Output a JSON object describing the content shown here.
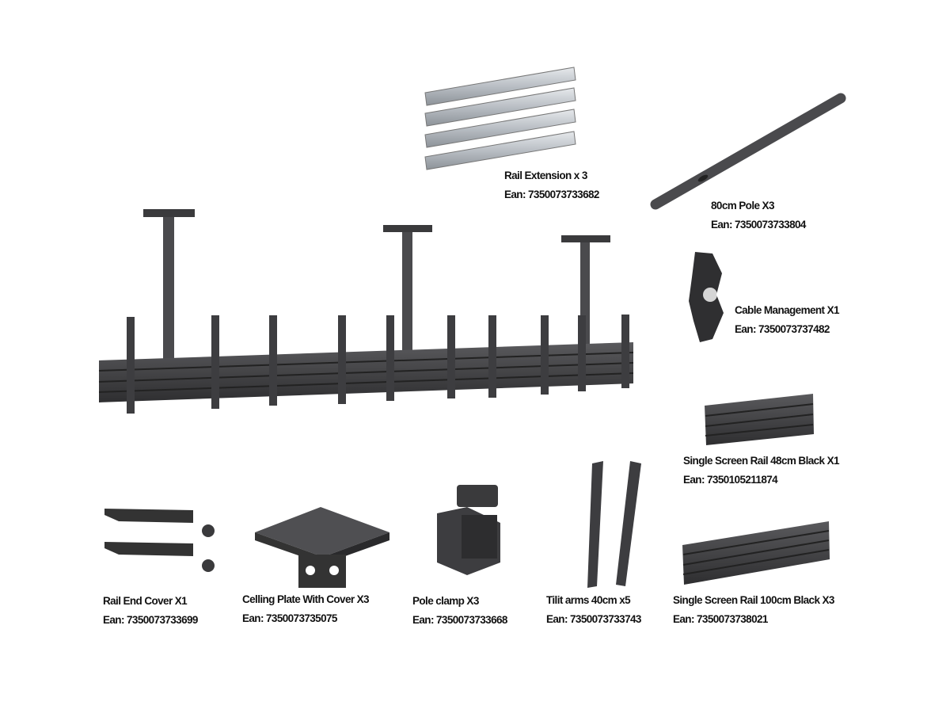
{
  "products": [
    {
      "name": "Rail Extension x 3",
      "ean": "Ean: 7350073733682"
    },
    {
      "name": "80cm Pole X3",
      "ean": "Ean: 7350073733804"
    },
    {
      "name": "Cable Management  X1",
      "ean": "Ean: 7350073737482"
    },
    {
      "name": "Single Screen Rail 48cm Black  X1",
      "ean": "Ean: 7350105211874"
    },
    {
      "name": "Rail End Cover X1",
      "ean": "Ean: 7350073733699"
    },
    {
      "name": "Celling Plate With Cover X3",
      "ean": "Ean: 7350073735075"
    },
    {
      "name": "Pole clamp X3",
      "ean": "Ean: 7350073733668"
    },
    {
      "name": "Tilit arms 40cm x5",
      "ean": "Ean: 7350073733743"
    },
    {
      "name": "Single Screen Rail 100cm Black X3",
      "ean": "Ean: 7350073738021"
    }
  ],
  "colors": {
    "metal_dark": "#3a3a3c",
    "metal_mid": "#555558",
    "silver": "#c8ccd0",
    "text": "#111111"
  }
}
